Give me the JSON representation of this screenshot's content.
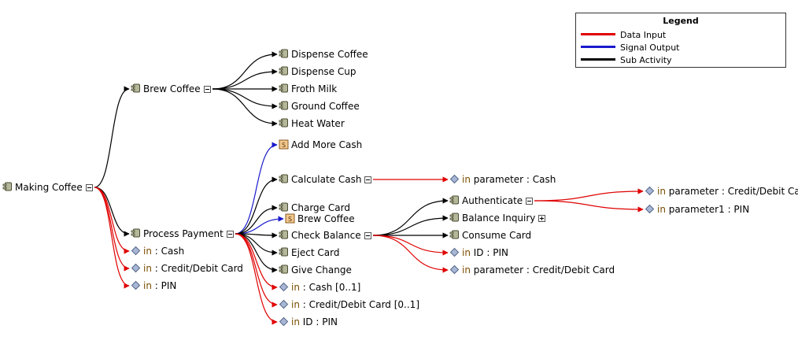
{
  "colors": {
    "data_input": "#e00000",
    "signal_output": "#1a1acc",
    "sub_activity": "#000000",
    "param_icon": "#a9b7d6",
    "activity_icon": "#b5b89a",
    "signal_icon": "#f0c890"
  },
  "legend": {
    "title": "Legend",
    "items": [
      {
        "label": "Data Input",
        "color": "#e00000"
      },
      {
        "label": "Signal Output",
        "color": "#1a1acc"
      },
      {
        "label": "Sub Activity",
        "color": "#000000"
      }
    ]
  },
  "nodes": [
    {
      "id": "making_coffee",
      "label": "Making Coffee",
      "icon": "activity-icon",
      "toggle": "collapse"
    },
    {
      "id": "brew_coffee",
      "label": "Brew Coffee",
      "icon": "activity-icon",
      "toggle": "collapse"
    },
    {
      "id": "dispense_coffee",
      "label": "Dispense Coffee",
      "icon": "activity-icon"
    },
    {
      "id": "dispense_cup",
      "label": "Dispense Cup",
      "icon": "activity-icon"
    },
    {
      "id": "froth_milk",
      "label": "Froth Milk",
      "icon": "activity-icon"
    },
    {
      "id": "ground_coffee",
      "label": "Ground Coffee",
      "icon": "activity-icon"
    },
    {
      "id": "heat_water",
      "label": "Heat Water",
      "icon": "activity-icon"
    },
    {
      "id": "add_more_cash",
      "label": "Add More Cash",
      "icon": "signal-icon"
    },
    {
      "id": "calculate_cash",
      "label": "Calculate Cash",
      "icon": "activity-icon",
      "toggle": "collapse"
    },
    {
      "id": "cc_param_cash",
      "kw": "in",
      "label": " parameter : Cash",
      "icon": "parameter-icon"
    },
    {
      "id": "charge_card",
      "label": "Charge Card",
      "icon": "activity-icon"
    },
    {
      "id": "brew_coffee_signal",
      "label": "Brew Coffee",
      "icon": "signal-icon"
    },
    {
      "id": "check_balance",
      "label": "Check Balance",
      "icon": "activity-icon",
      "toggle": "collapse"
    },
    {
      "id": "authenticate",
      "label": "Authenticate",
      "icon": "activity-icon",
      "toggle": "collapse"
    },
    {
      "id": "auth_param_card",
      "kw": "in",
      "label": " parameter : Credit/Debit Card",
      "icon": "parameter-icon"
    },
    {
      "id": "auth_param_pin",
      "kw": "in",
      "label": " parameter1 : PIN",
      "icon": "parameter-icon"
    },
    {
      "id": "balance_inquiry",
      "label": "Balance Inquiry",
      "icon": "activity-icon",
      "toggle": "expand"
    },
    {
      "id": "consume_card",
      "label": "Consume Card",
      "icon": "activity-icon"
    },
    {
      "id": "cb_in_id_pin",
      "kw": "in",
      "label": " ID : PIN",
      "icon": "parameter-icon"
    },
    {
      "id": "cb_param_card",
      "kw": "in",
      "label": " parameter : Credit/Debit Card",
      "icon": "parameter-icon"
    },
    {
      "id": "eject_card",
      "label": "Eject Card",
      "icon": "activity-icon"
    },
    {
      "id": "give_change",
      "label": "Give Change",
      "icon": "activity-icon"
    },
    {
      "id": "pp_in_cash_opt",
      "kw": "in",
      "label": " : Cash [0..1]",
      "icon": "parameter-icon"
    },
    {
      "id": "pp_in_card_opt",
      "kw": "in",
      "label": " : Credit/Debit Card [0..1]",
      "icon": "parameter-icon"
    },
    {
      "id": "pp_in_id_pin",
      "kw": "in",
      "label": " ID : PIN",
      "icon": "parameter-icon"
    },
    {
      "id": "process_payment",
      "label": "Process Payment",
      "icon": "activity-icon",
      "toggle": "collapse"
    },
    {
      "id": "mc_in_cash",
      "kw": "in",
      "label": " : Cash",
      "icon": "parameter-icon"
    },
    {
      "id": "mc_in_card",
      "kw": "in",
      "label": " : Credit/Debit Card",
      "icon": "parameter-icon"
    },
    {
      "id": "mc_in_pin",
      "kw": "in",
      "label": " : PIN",
      "icon": "parameter-icon"
    }
  ],
  "edges": [
    {
      "from": "making_coffee",
      "to": "brew_coffee",
      "kind": "sub_activity"
    },
    {
      "from": "making_coffee",
      "to": "process_payment",
      "kind": "sub_activity"
    },
    {
      "from": "making_coffee",
      "to": "mc_in_cash",
      "kind": "data_input"
    },
    {
      "from": "making_coffee",
      "to": "mc_in_card",
      "kind": "data_input"
    },
    {
      "from": "making_coffee",
      "to": "mc_in_pin",
      "kind": "data_input"
    },
    {
      "from": "brew_coffee",
      "to": "dispense_coffee",
      "kind": "sub_activity"
    },
    {
      "from": "brew_coffee",
      "to": "dispense_cup",
      "kind": "sub_activity"
    },
    {
      "from": "brew_coffee",
      "to": "froth_milk",
      "kind": "sub_activity"
    },
    {
      "from": "brew_coffee",
      "to": "ground_coffee",
      "kind": "sub_activity"
    },
    {
      "from": "brew_coffee",
      "to": "heat_water",
      "kind": "sub_activity"
    },
    {
      "from": "process_payment",
      "to": "add_more_cash",
      "kind": "signal_output"
    },
    {
      "from": "process_payment",
      "to": "brew_coffee_signal",
      "kind": "signal_output"
    },
    {
      "from": "process_payment",
      "to": "calculate_cash",
      "kind": "sub_activity"
    },
    {
      "from": "process_payment",
      "to": "charge_card",
      "kind": "sub_activity"
    },
    {
      "from": "process_payment",
      "to": "check_balance",
      "kind": "sub_activity"
    },
    {
      "from": "process_payment",
      "to": "eject_card",
      "kind": "sub_activity"
    },
    {
      "from": "process_payment",
      "to": "give_change",
      "kind": "sub_activity"
    },
    {
      "from": "process_payment",
      "to": "pp_in_cash_opt",
      "kind": "data_input"
    },
    {
      "from": "process_payment",
      "to": "pp_in_card_opt",
      "kind": "data_input"
    },
    {
      "from": "process_payment",
      "to": "pp_in_id_pin",
      "kind": "data_input"
    },
    {
      "from": "calculate_cash",
      "to": "cc_param_cash",
      "kind": "data_input"
    },
    {
      "from": "check_balance",
      "to": "authenticate",
      "kind": "sub_activity"
    },
    {
      "from": "check_balance",
      "to": "balance_inquiry",
      "kind": "sub_activity"
    },
    {
      "from": "check_balance",
      "to": "consume_card",
      "kind": "sub_activity"
    },
    {
      "from": "check_balance",
      "to": "cb_in_id_pin",
      "kind": "data_input"
    },
    {
      "from": "check_balance",
      "to": "cb_param_card",
      "kind": "data_input"
    },
    {
      "from": "authenticate",
      "to": "auth_param_card",
      "kind": "data_input"
    },
    {
      "from": "authenticate",
      "to": "auth_param_pin",
      "kind": "data_input"
    }
  ]
}
